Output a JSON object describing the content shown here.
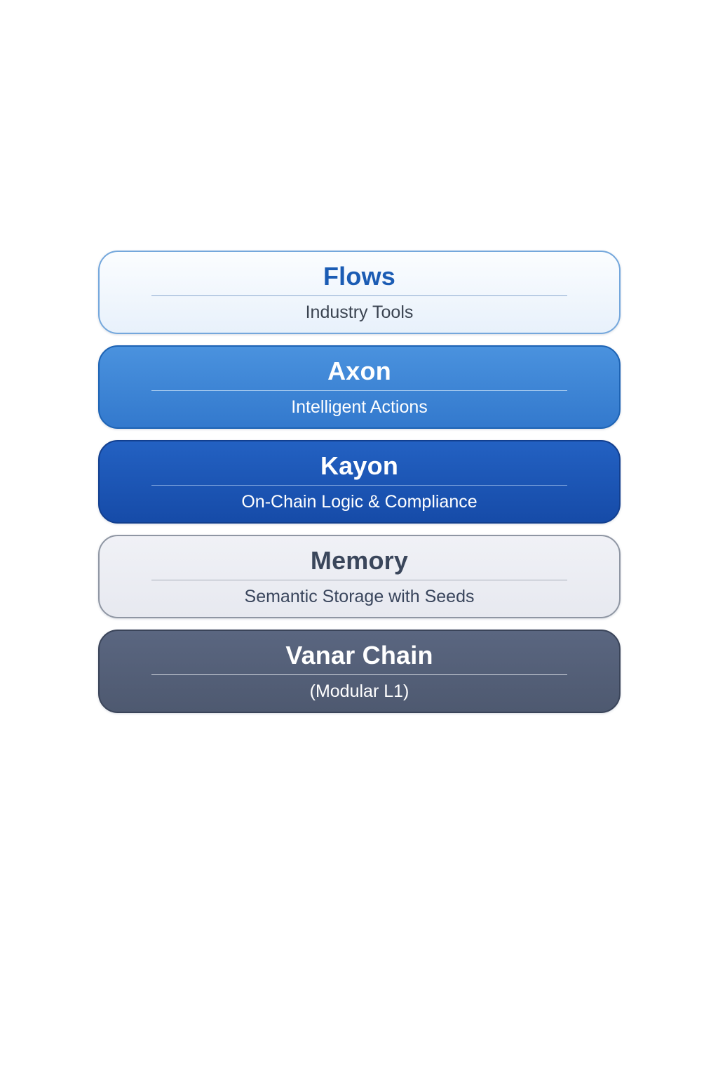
{
  "page": {
    "background": "#ffffff"
  },
  "diagram": {
    "type": "layered-stack",
    "layers": [
      {
        "title": "Flows",
        "subtitle": "Industry Tools",
        "bg_top": "#fbfdff",
        "bg_bottom": "#e8f1fb",
        "border_color": "#74a7dc",
        "title_color": "#1b5cb4",
        "subtitle_color": "#3a4350",
        "divider_color": "#8aa9cf"
      },
      {
        "title": "Axon",
        "subtitle": "Intelligent Actions",
        "bg_top": "#4a92de",
        "bg_bottom": "#3379cd",
        "border_color": "#1d63b4",
        "title_color": "#ffffff",
        "subtitle_color": "#ffffff",
        "divider_color": "#a5c9ee"
      },
      {
        "title": "Kayon",
        "subtitle": "On-Chain Logic & Compliance",
        "bg_top": "#2361c2",
        "bg_bottom": "#164ba8",
        "border_color": "#123f8f",
        "title_color": "#ffffff",
        "subtitle_color": "#ffffff",
        "divider_color": "#7ea4dd"
      },
      {
        "title": "Memory",
        "subtitle": "Semantic Storage with Seeds",
        "bg_top": "#f0f1f6",
        "bg_bottom": "#e7e9f0",
        "border_color": "#8f96a3",
        "title_color": "#3a465b",
        "subtitle_color": "#39455c",
        "divider_color": "#a7adb8"
      },
      {
        "title": "Vanar Chain",
        "subtitle": "(Modular L1)",
        "bg_top": "#5a6680",
        "bg_bottom": "#4e5970",
        "border_color": "#3a4459",
        "title_color": "#ffffff",
        "subtitle_color": "#ffffff",
        "divider_color": "#d6dae2"
      }
    ]
  }
}
